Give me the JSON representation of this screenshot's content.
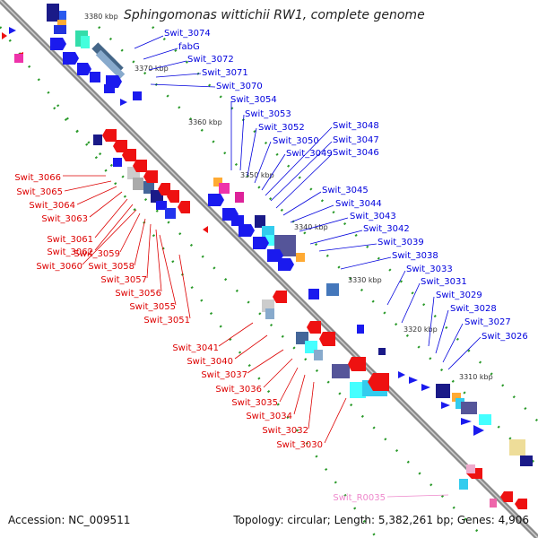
{
  "title": "Sphingomonas wittichii RW1, complete genome",
  "footer": {
    "accession": "Accession: NC_009511",
    "summary": "Topology: circular; Length: 5,382,261 bp; Genes: 4,906"
  },
  "kbp_ticks": [
    "3380 kbp",
    "3370 kbp",
    "3360 kbp",
    "3350 kbp",
    "3340 kbp",
    "3330 kbp",
    "3320 kbp",
    "3310 kbp"
  ],
  "labels_right": [
    "Swit_3074",
    "fabG",
    "Swit_3072",
    "Swit_3071",
    "Swit_3070",
    "Swit_3054",
    "Swit_3053",
    "Swit_3052",
    "Swit_3050",
    "Swit_3049",
    "Swit_3048",
    "Swit_3047",
    "Swit_3046",
    "Swit_3045",
    "Swit_3044",
    "Swit_3043",
    "Swit_3042",
    "Swit_3039",
    "Swit_3038",
    "Swit_3033",
    "Swit_3031",
    "Swit_3029",
    "Swit_3028",
    "Swit_3027",
    "Swit_3026"
  ],
  "labels_left": [
    "Swit_3066",
    "Swit_3065",
    "Swit_3064",
    "Swit_3063",
    "Swit_3061",
    "Swit_3062",
    "Swit_3060",
    "Swit_3059",
    "Swit_3058",
    "Swit_3057",
    "Swit_3056",
    "Swit_3055",
    "Swit_3051",
    "Swit_3041",
    "Swit_3040",
    "Swit_3037",
    "Swit_3036",
    "Swit_3035",
    "Swit_3034",
    "Swit_3032",
    "Swit_3030"
  ],
  "labels_rna": [
    "Swit_R0035"
  ],
  "colors": {
    "backbone": "#8a8a8a",
    "forward_gene": "#1a1aee",
    "reverse_gene": "#ee1111",
    "rna_gene": "#ee66aa",
    "orf_marker": "#2a9a2a",
    "label_forward": "#0000dd",
    "label_reverse": "#dd0000",
    "label_rna": "#ee88cc"
  }
}
